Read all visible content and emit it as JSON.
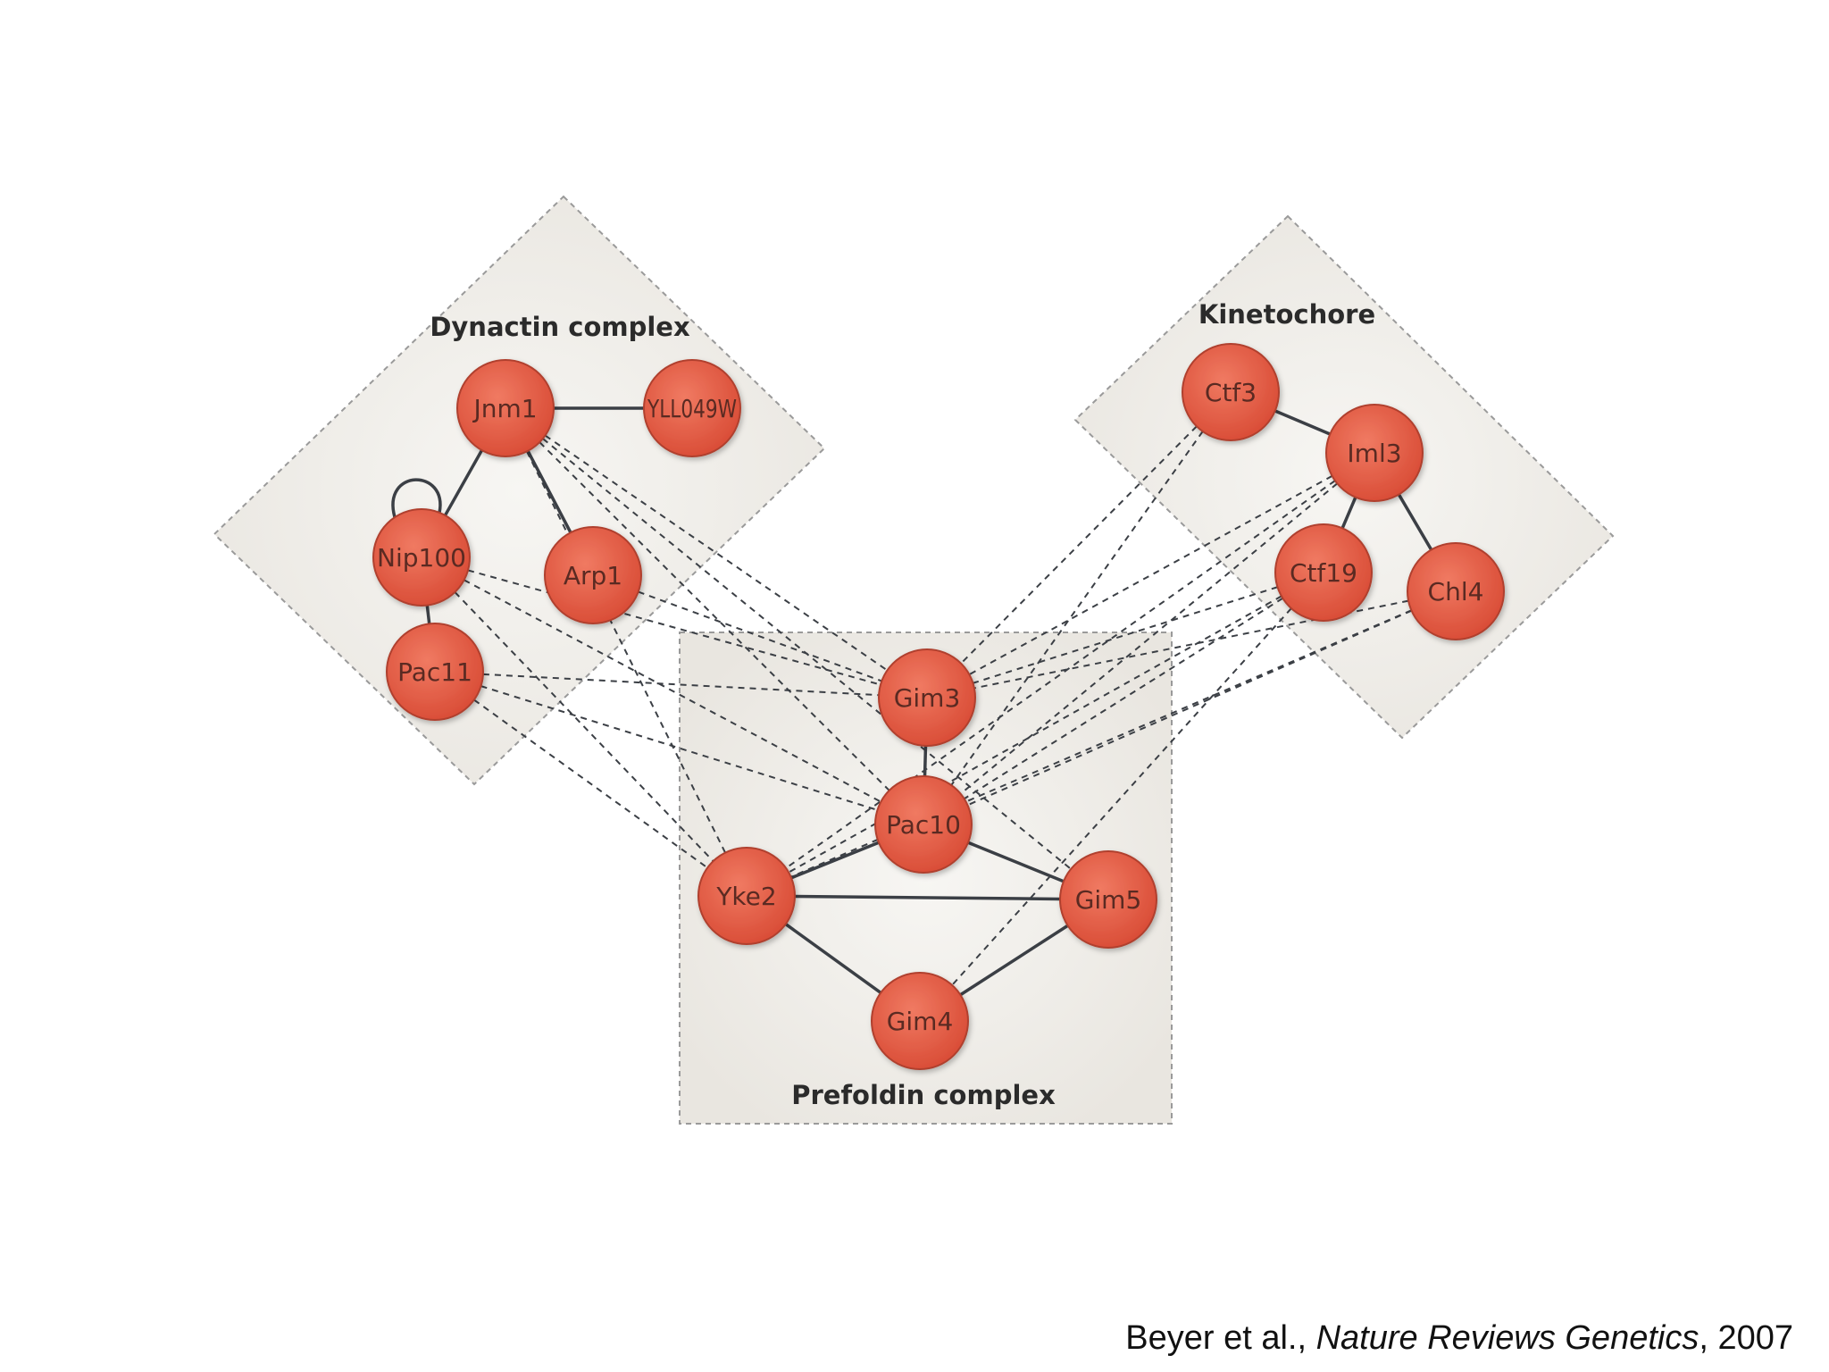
{
  "groups": [
    {
      "id": "dynactin",
      "label": "Dynactin complex"
    },
    {
      "id": "kinetochore",
      "label": "Kinetochore"
    },
    {
      "id": "prefoldin",
      "label": "Prefoldin complex"
    }
  ],
  "nodes": [
    {
      "id": "Jnm1",
      "label": "Jnm1"
    },
    {
      "id": "YLL049W",
      "label": "YLL049W"
    },
    {
      "id": "Nip100",
      "label": "Nip100"
    },
    {
      "id": "Arp1",
      "label": "Arp1"
    },
    {
      "id": "Pac11",
      "label": "Pac11"
    },
    {
      "id": "Ctf3",
      "label": "Ctf3"
    },
    {
      "id": "Iml3",
      "label": "Iml3"
    },
    {
      "id": "Ctf19",
      "label": "Ctf19"
    },
    {
      "id": "Chl4",
      "label": "Chl4"
    },
    {
      "id": "Gim3",
      "label": "Gim3"
    },
    {
      "id": "Pac10",
      "label": "Pac10"
    },
    {
      "id": "Yke2",
      "label": "Yke2"
    },
    {
      "id": "Gim5",
      "label": "Gim5"
    },
    {
      "id": "Gim4",
      "label": "Gim4"
    }
  ],
  "solid_edges": [
    [
      "Jnm1",
      "YLL049W"
    ],
    [
      "Jnm1",
      "Nip100"
    ],
    [
      "Jnm1",
      "Arp1"
    ],
    [
      "Nip100",
      "Pac11"
    ],
    [
      "Ctf3",
      "Iml3"
    ],
    [
      "Iml3",
      "Ctf19"
    ],
    [
      "Iml3",
      "Chl4"
    ],
    [
      "Gim3",
      "Pac10"
    ],
    [
      "Pac10",
      "Yke2"
    ],
    [
      "Pac10",
      "Gim5"
    ],
    [
      "Yke2",
      "Gim5"
    ],
    [
      "Yke2",
      "Gim4"
    ],
    [
      "Gim4",
      "Gim5"
    ]
  ],
  "self_loops": [
    "Nip100"
  ],
  "dashed_edges": [
    [
      "Jnm1",
      "Gim3"
    ],
    [
      "Jnm1",
      "Pac10"
    ],
    [
      "Jnm1",
      "Yke2"
    ],
    [
      "Jnm1",
      "Gim5"
    ],
    [
      "Arp1",
      "Gim3"
    ],
    [
      "Nip100",
      "Gim3"
    ],
    [
      "Nip100",
      "Pac10"
    ],
    [
      "Nip100",
      "Yke2"
    ],
    [
      "Pac11",
      "Gim3"
    ],
    [
      "Pac11",
      "Pac10"
    ],
    [
      "Pac11",
      "Yke2"
    ],
    [
      "Ctf3",
      "Gim3"
    ],
    [
      "Ctf3",
      "Pac10"
    ],
    [
      "Iml3",
      "Gim3"
    ],
    [
      "Iml3",
      "Pac10"
    ],
    [
      "Iml3",
      "Yke2"
    ],
    [
      "Ctf19",
      "Gim3"
    ],
    [
      "Ctf19",
      "Pac10"
    ],
    [
      "Ctf19",
      "Yke2"
    ],
    [
      "Ctf19",
      "Gim4"
    ],
    [
      "Chl4",
      "Gim3"
    ],
    [
      "Chl4",
      "Pac10"
    ],
    [
      "Chl4",
      "Yke2"
    ]
  ],
  "colors": {
    "node_fill": "#e8604a",
    "node_stroke": "#b0402f",
    "group_fill": "#efece7",
    "group_stroke": "#9a9a9a",
    "edge": "#3b3f45"
  },
  "citation": {
    "authors": "Beyer et al., ",
    "journal": "Nature Reviews Genetics",
    "year": ", 2007"
  }
}
